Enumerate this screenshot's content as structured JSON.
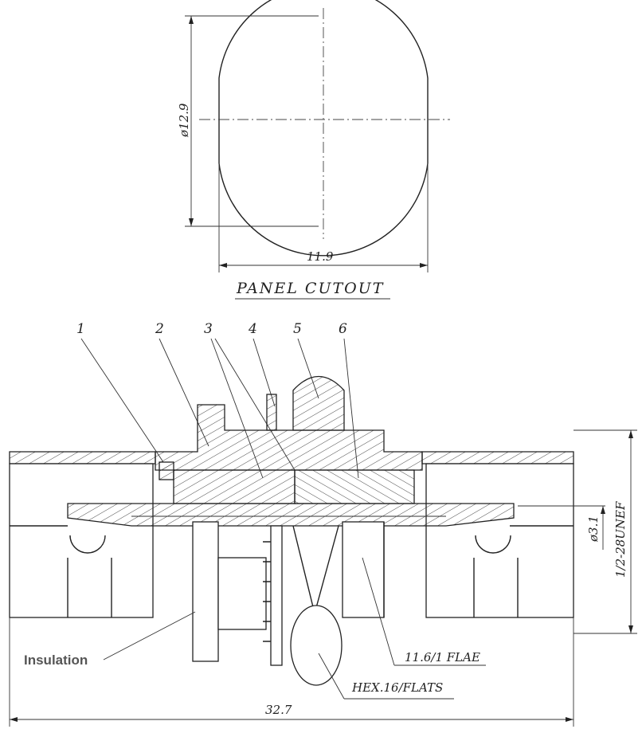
{
  "panel_cutout": {
    "title": "PANEL CUTOUT",
    "diameter_label": "ø12.9",
    "width_label": "11.9"
  },
  "section_view": {
    "part_numbers": [
      "1",
      "2",
      "3",
      "4",
      "5",
      "6"
    ],
    "overall_length_label": "32.7",
    "thread_label": "1/2-28UNEF",
    "pin_diameter_label": "ø3.1",
    "flange_label": "11.6/1 FLAE",
    "hex_label": "HEX.16/FLATS",
    "insulation_label": "Insulation"
  }
}
